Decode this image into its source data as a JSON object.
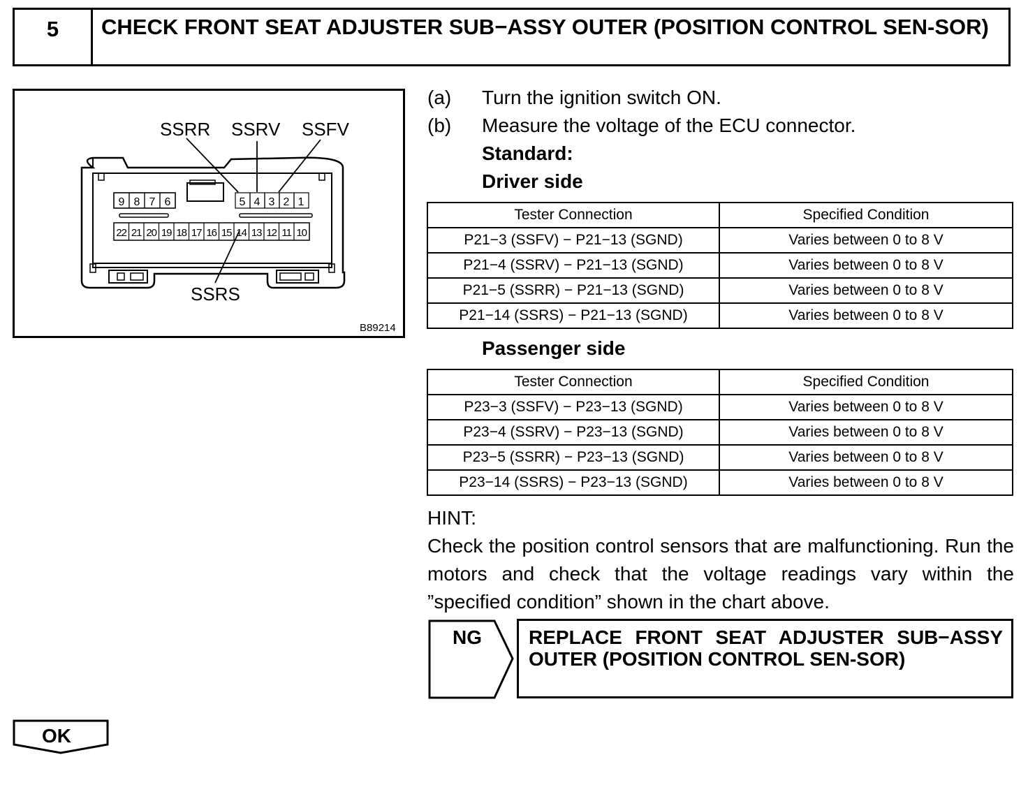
{
  "step": {
    "number": "5",
    "title": "CHECK FRONT SEAT ADJUSTER SUB−ASSY OUTER (POSITION CONTROL SEN-SOR)"
  },
  "diagram": {
    "labels": {
      "ssrr": "SSRR",
      "ssrv": "SSRV",
      "ssfv": "SSFV",
      "ssrs": "SSRS"
    },
    "figure_id": "B89214",
    "top_left_pins": [
      "9",
      "8",
      "7",
      "6"
    ],
    "top_right_pins": [
      "5",
      "4",
      "3",
      "2",
      "1"
    ],
    "bottom_pins": [
      "22",
      "21",
      "20",
      "19",
      "18",
      "17",
      "16",
      "15",
      "14",
      "13",
      "12",
      "11",
      "10"
    ]
  },
  "instructions": {
    "a_label": "(a)",
    "a_text": "Turn the ignition switch ON.",
    "b_label": "(b)",
    "b_text": "Measure the voltage of the ECU connector.",
    "standard": "Standard:",
    "driver_side": "Driver side",
    "passenger_side": "Passenger side"
  },
  "driver_table": {
    "headers": [
      "Tester Connection",
      "Specified Condition"
    ],
    "rows": [
      [
        "P21−3 (SSFV) − P21−13 (SGND)",
        "Varies between 0 to 8 V"
      ],
      [
        "P21−4 (SSRV) − P21−13 (SGND)",
        "Varies between 0 to 8 V"
      ],
      [
        "P21−5 (SSRR) − P21−13 (SGND)",
        "Varies between 0 to 8 V"
      ],
      [
        "P21−14 (SSRS) − P21−13 (SGND)",
        "Varies between 0 to 8 V"
      ]
    ]
  },
  "passenger_table": {
    "headers": [
      "Tester Connection",
      "Specified Condition"
    ],
    "rows": [
      [
        "P23−3 (SSFV) − P23−13 (SGND)",
        "Varies between 0 to 8 V"
      ],
      [
        "P23−4 (SSRV) − P23−13 (SGND)",
        "Varies between 0 to 8 V"
      ],
      [
        "P23−5 (SSRR) − P23−13 (SGND)",
        "Varies between 0 to 8 V"
      ],
      [
        "P23−14 (SSRS) − P23−13 (SGND)",
        "Varies between 0 to 8 V"
      ]
    ]
  },
  "hint": {
    "label": "HINT:",
    "text": "Check the position control sensors that are malfunctioning. Run the motors and check that the voltage readings vary within the ”specified condition” shown in the chart above."
  },
  "ng": {
    "label": "NG",
    "action": "REPLACE FRONT SEAT ADJUSTER SUB−ASSY OUTER (POSITION CONTROL SEN-SOR)"
  },
  "ok": {
    "label": "OK"
  }
}
